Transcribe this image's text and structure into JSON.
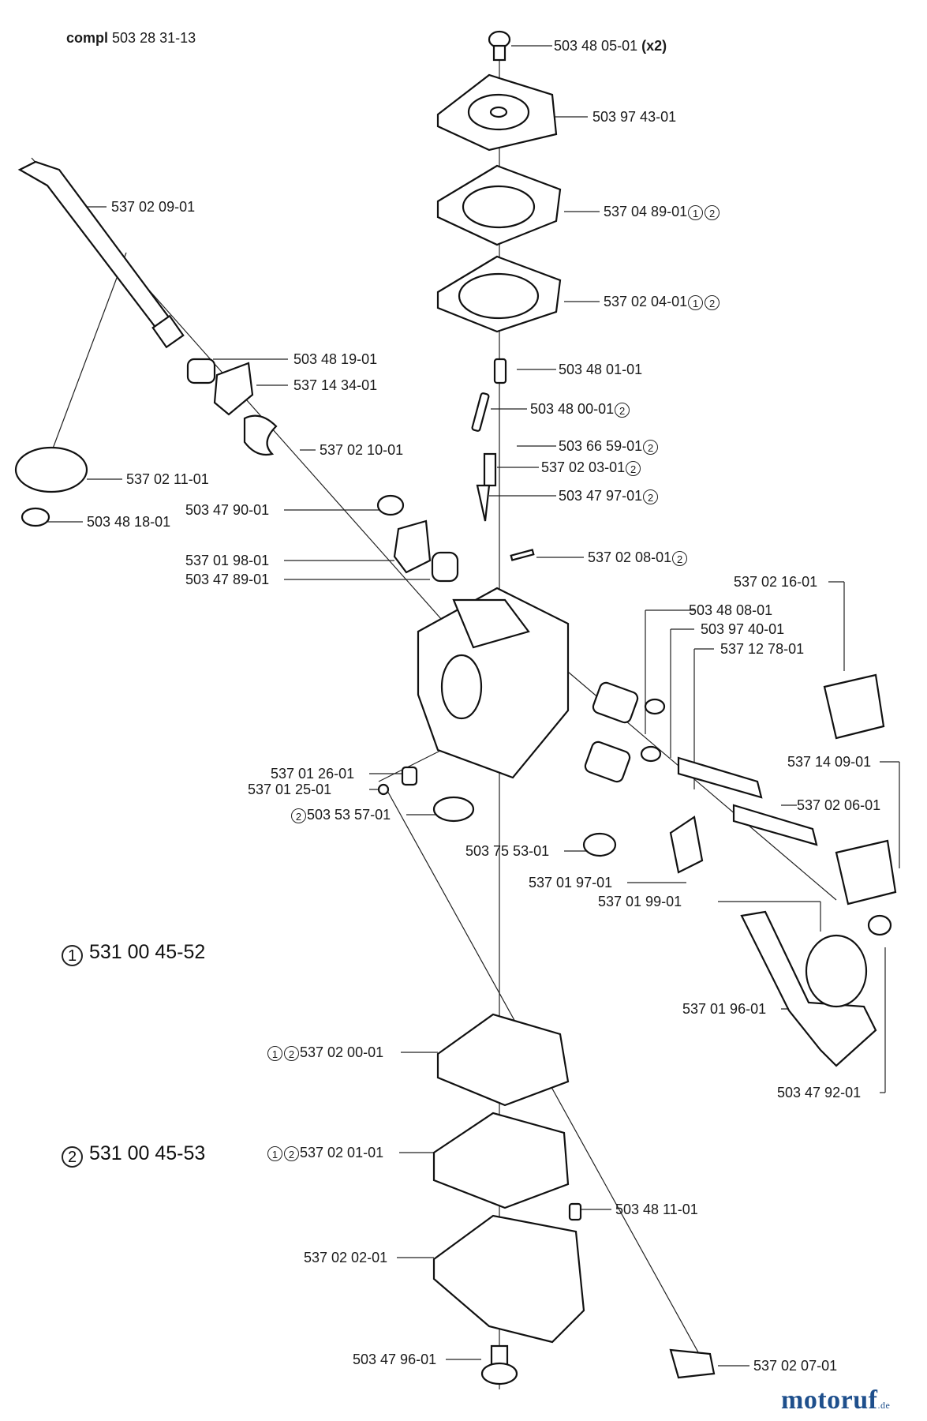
{
  "header": {
    "compl_prefix": "compl",
    "compl_number": "503 28 31-13"
  },
  "kits": [
    {
      "marker": "1",
      "number": "531 00 45-52"
    },
    {
      "marker": "2",
      "number": "531 00 45-53"
    }
  ],
  "callouts": [
    {
      "pre": "",
      "text": "503 48 05-01",
      "suffix": "(x2)",
      "post": []
    },
    {
      "pre": "",
      "text": "503 97 43-01",
      "post": []
    },
    {
      "pre": "",
      "text": "537 02 09-01",
      "post": []
    },
    {
      "pre": "",
      "text": "537 04 89-01",
      "post": [
        "1",
        "2"
      ]
    },
    {
      "pre": "",
      "text": "537 02 04-01",
      "post": [
        "1",
        "2"
      ]
    },
    {
      "pre": "",
      "text": "503 48 19-01",
      "post": []
    },
    {
      "pre": "",
      "text": "503 48 01-01",
      "post": []
    },
    {
      "pre": "",
      "text": "537 14 34-01",
      "post": []
    },
    {
      "pre": "",
      "text": "503 48 00-01",
      "post": [
        "2"
      ]
    },
    {
      "pre": "",
      "text": "537 02 10-01",
      "post": []
    },
    {
      "pre": "",
      "text": "503 66 59-01",
      "post": [
        "2"
      ]
    },
    {
      "pre": "",
      "text": "537 02 03-01",
      "post": [
        "2"
      ]
    },
    {
      "pre": "",
      "text": "537 02 11-01",
      "post": []
    },
    {
      "pre": "",
      "text": "503 47 97-01",
      "post": [
        "2"
      ]
    },
    {
      "pre": "",
      "text": "503 47 90-01",
      "post": []
    },
    {
      "pre": "",
      "text": "503 48 18-01",
      "post": []
    },
    {
      "pre": "",
      "text": "537 01 98-01",
      "post": []
    },
    {
      "pre": "",
      "text": "537 02 08-01",
      "post": [
        "2"
      ]
    },
    {
      "pre": "",
      "text": "503 47 89-01",
      "post": []
    },
    {
      "pre": "",
      "text": "537 02 16-01",
      "post": []
    },
    {
      "pre": "",
      "text": "503 48 08-01",
      "post": []
    },
    {
      "pre": "",
      "text": "503 97 40-01",
      "post": []
    },
    {
      "pre": "",
      "text": "537 12 78-01",
      "post": []
    },
    {
      "pre": "",
      "text": "537 14 09-01",
      "post": []
    },
    {
      "pre": "",
      "text": "537 01 26-01",
      "post": []
    },
    {
      "pre": "",
      "text": "537 01 25-01",
      "post": []
    },
    {
      "pre": "",
      "text": "537 02 06-01",
      "post": []
    },
    {
      "pre": "2",
      "text": "503 53 57-01",
      "post": []
    },
    {
      "pre": "",
      "text": "503 75 53-01",
      "post": []
    },
    {
      "pre": "",
      "text": "537 01 97-01",
      "post": []
    },
    {
      "pre": "",
      "text": "537 01 99-01",
      "post": []
    },
    {
      "pre": "",
      "text": "537 01 96-01",
      "post": []
    },
    {
      "pre": "1,2",
      "text": "537 02 00-01",
      "post": []
    },
    {
      "pre": "",
      "text": "503 47 92-01",
      "post": []
    },
    {
      "pre": "1,2",
      "text": "537 02 01-01",
      "post": []
    },
    {
      "pre": "",
      "text": "503 48 11-01",
      "post": []
    },
    {
      "pre": "",
      "text": "537 02 02-01",
      "post": []
    },
    {
      "pre": "",
      "text": "503 47 96-01",
      "post": []
    },
    {
      "pre": "",
      "text": "537 02 07-01",
      "post": []
    }
  ],
  "branding": {
    "logo": "motoruf",
    "logo_tld": ".de",
    "logo_color": "#1e4f8c"
  }
}
